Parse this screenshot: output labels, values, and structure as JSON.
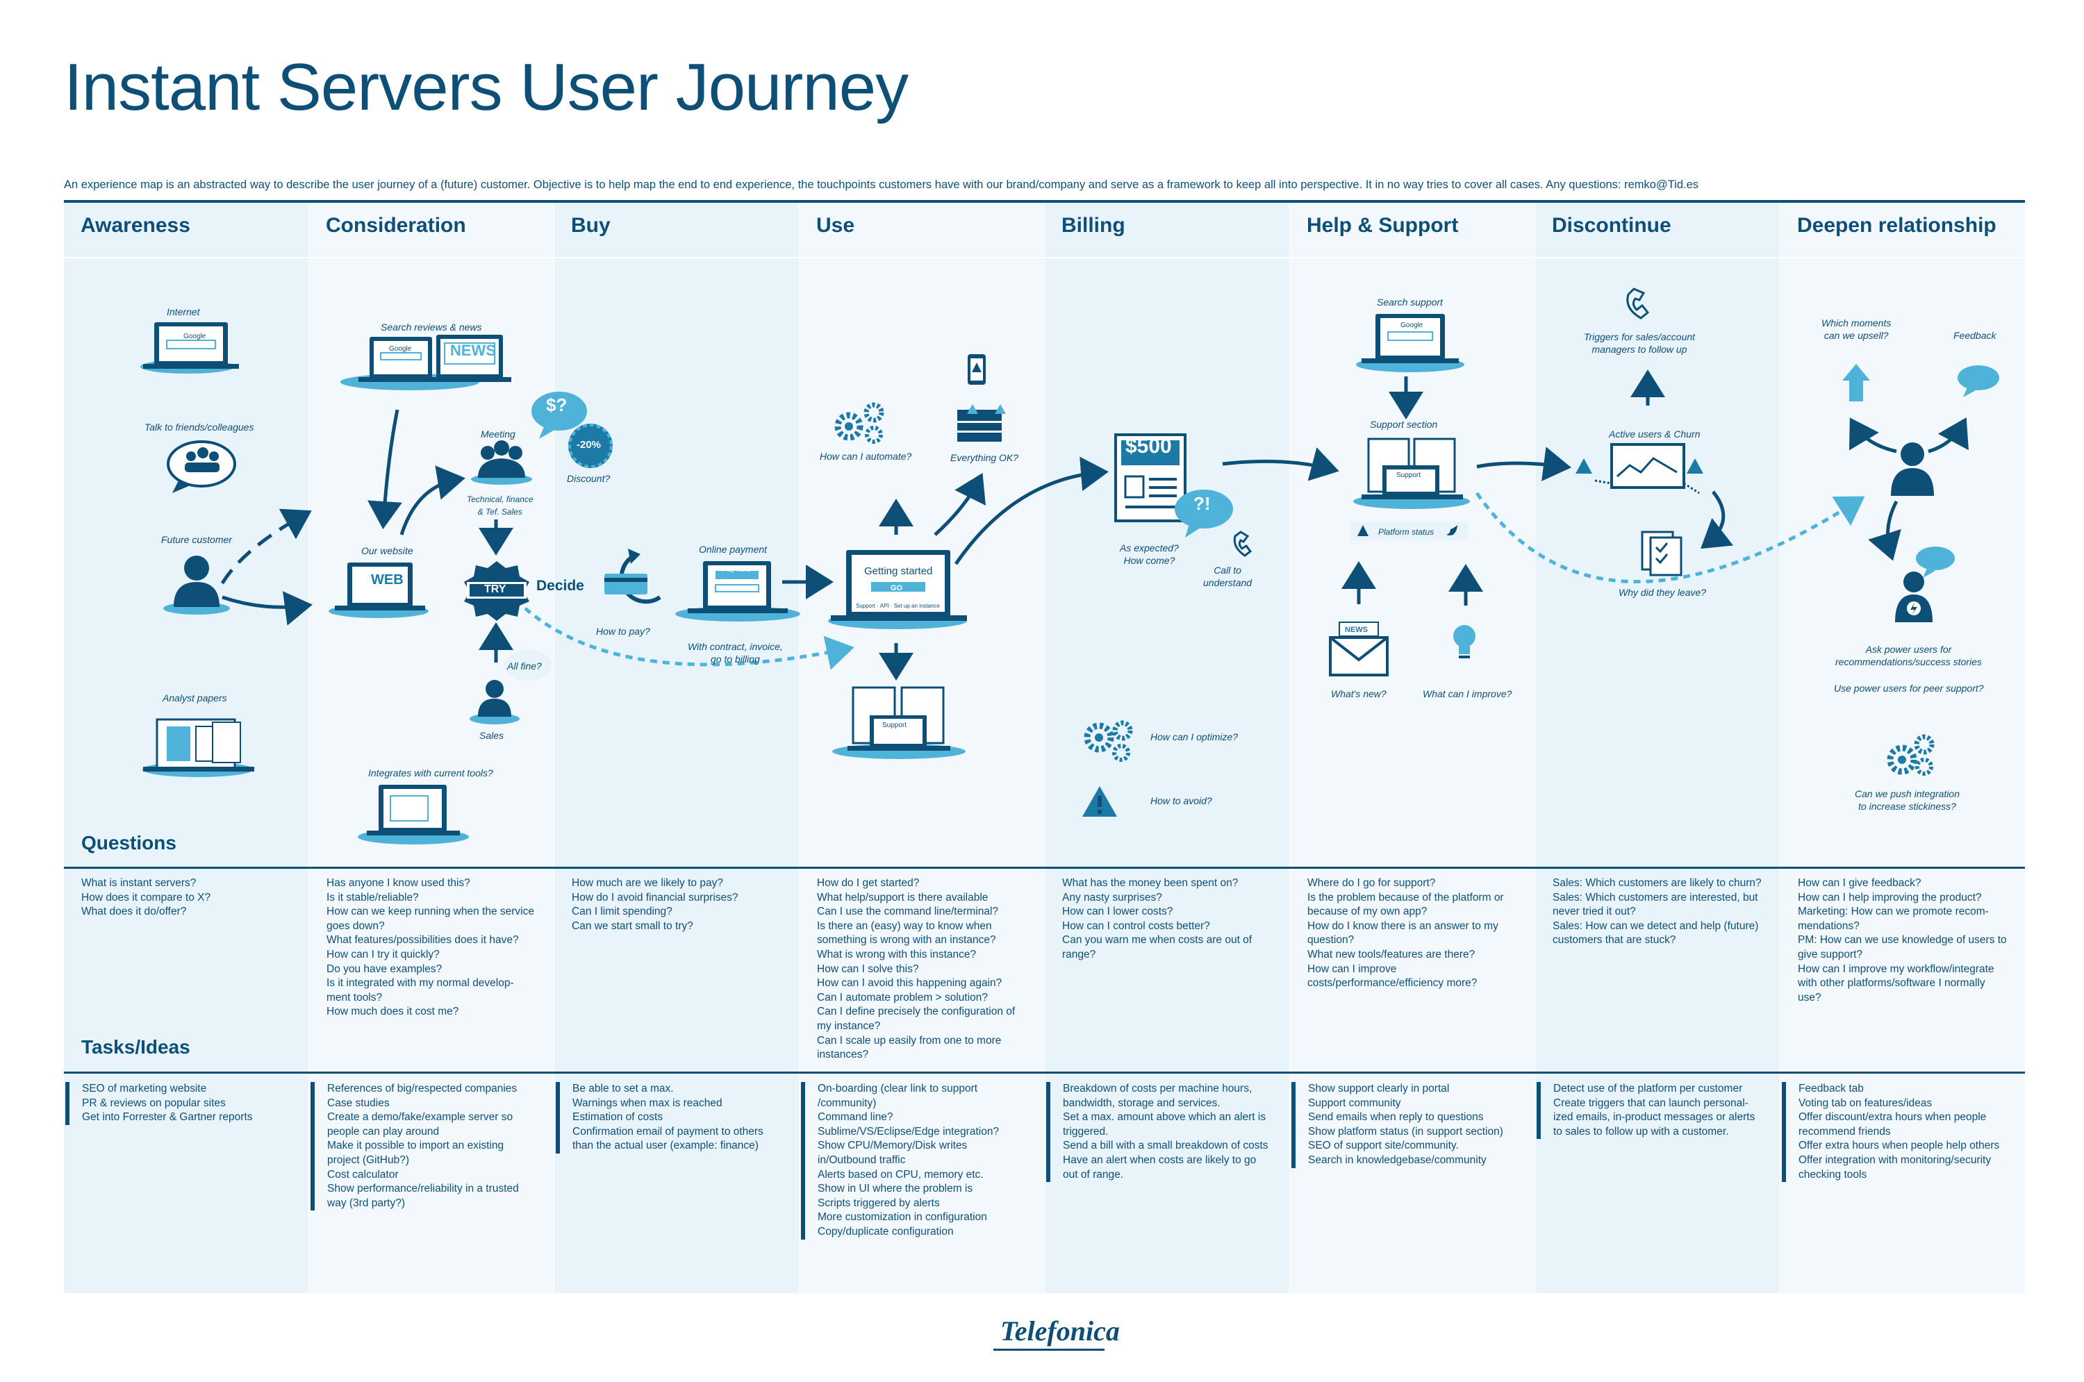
{
  "title": "Instant Servers User Journey",
  "intro": "An experience map is an abstracted way to describe the user journey of a (future) customer. Objective is to help map the end to end experience, the touchpoints customers have with our brand/company and serve as a framework to keep all into perspective. It in no way tries to cover all cases. Any questions: remko@Tid.es",
  "columns": [
    {
      "name": "Awareness"
    },
    {
      "name": "Consideration"
    },
    {
      "name": "Buy"
    },
    {
      "name": "Use"
    },
    {
      "name": "Billing"
    },
    {
      "name": "Help & Support"
    },
    {
      "name": "Discontinue"
    },
    {
      "name": "Deepen relationship"
    }
  ],
  "sections": {
    "questions": "Questions",
    "tasks": "Tasks/Ideas"
  },
  "diagram_labels": {
    "internet": "Internet",
    "google": "Google",
    "talk_friends": "Talk to friends/colleagues",
    "future_customer": "Future customer",
    "analyst_papers": "Analyst papers",
    "search_reviews": "Search reviews & news",
    "news": "NEWS",
    "meeting": "Meeting",
    "technical_finance": "Technical, finance\n& Tef. Sales",
    "our_website": "Our website",
    "web": "WEB",
    "try": "TRY",
    "decide": "Decide",
    "all_fine": "All fine?",
    "sales": "Sales",
    "integrates": "Integrates with current tools?",
    "dollar_q": "$?",
    "discount_badge": "-20%",
    "discount": "Discount?",
    "how_to_pay": "How to pay?",
    "online_payment": "Online payment",
    "pay_here": "Pay here",
    "with_contract": "With contract, invoice,\ngo to billing",
    "how_automate": "How can I automate?",
    "everything_ok": "Everything OK?",
    "getting_started": "Getting started",
    "go": "GO",
    "support_api": "Support · API · Set up an instance",
    "support": "Support",
    "price": "$500",
    "exclaim": "?!",
    "as_expected": "As expected?\nHow come?",
    "call_understand": "Call to\nunderstand",
    "how_optimize": "How can I optimize?",
    "how_avoid": "How to avoid?",
    "search_support": "Search support",
    "support_section": "Support section",
    "platform_status": "Platform status",
    "whats_new": "What's new?",
    "what_improve": "What can I improve?",
    "triggers_sales": "Triggers for sales/account\nmanagers to follow up",
    "active_users": "Active users & Churn",
    "why_leave": "Why did they leave?",
    "which_moments": "Which moments\ncan we upsell?",
    "feedback": "Feedback",
    "ask_power": "Ask power users for\nrecommendations/success stories",
    "use_power": "Use power users for peer support?",
    "push_integration": "Can we push integration\nto increase stickiness?"
  },
  "questions": [
    [
      "What is instant servers?",
      "How does it compare to X?",
      "What does it do/offer?"
    ],
    [
      "Has anyone I know used this?",
      "Is it stable/reliable?",
      "How can we keep running when the service",
      "goes down?",
      "What features/possibilities does it have?",
      "How can I try it quickly?",
      "Do you have examples?",
      "Is it integrated with my normal develop-",
      "ment tools?",
      "How much does it cost me?"
    ],
    [
      "How much are we likely to pay?",
      "How do I avoid financial surprises?",
      "Can I limit spending?",
      "Can we start small to try?"
    ],
    [
      "How do I get started?",
      "What help/support is there available",
      "Can I use the command line/terminal?",
      "Is there an (easy) way to know when",
      "something is wrong with an instance?",
      "What is wrong with this instance?",
      "How can I solve this?",
      "How can I avoid this happening again?",
      "Can I automate problem > solution?",
      "Can I define precisely the configuration of",
      "my instance?",
      "Can I scale up easily from one to more",
      "instances?"
    ],
    [
      "What has the money been spent on?",
      "Any nasty surprises?",
      "How can I lower costs?",
      "How can I control costs better?",
      "Can you warn me when costs are out of",
      "range?"
    ],
    [
      "Where do I go for support?",
      "Is the problem because of the platform or",
      "because of my own app?",
      "How do I know there is an answer to my",
      "question?",
      "What new tools/features are there?",
      "How can I improve",
      "costs/performance/efficiency more?"
    ],
    [
      "Sales: Which customers are likely to churn?",
      "Sales: Which customers are interested, but",
      "never tried it out?",
      "Sales: How can we detect and help (future)",
      "customers that are stuck?"
    ],
    [
      "How can I give feedback?",
      "How can I help improving the product?",
      "Marketing: How can we promote recom-",
      "mendations?",
      "PM: How can we use knowledge of users to",
      "give support?",
      "How can I improve my workflow/integrate",
      "with other platforms/software I normally",
      "use?"
    ]
  ],
  "tasks": [
    [
      "SEO of marketing website",
      "PR & reviews on popular sites",
      "Get into Forrester & Gartner reports"
    ],
    [
      "References of big/respected companies",
      "Case studies",
      "Create a demo/fake/example server so",
      "people can play around",
      "Make it possible to import an existing",
      "project (GitHub?)",
      "Cost calculator",
      "Show performance/reliability in a trusted",
      "way (3rd party?)"
    ],
    [
      "Be able to set a max.",
      "Warnings when max is reached",
      "Estimation of costs",
      "Confirmation email of payment to others",
      "than the actual user (example: finance)"
    ],
    [
      "On-boarding (clear link to support",
      "/community)",
      "Command line?",
      "Sublime/VS/Eclipse/Edge integration?",
      "Show CPU/Memory/Disk writes",
      "in/Outbound traffic",
      "Alerts based on CPU, memory etc.",
      "Show in UI where the problem is",
      "Scripts triggered by alerts",
      "More customization in configuration",
      "Copy/duplicate configuration"
    ],
    [
      "Breakdown of costs per machine hours,",
      "bandwidth, storage and services.",
      "Set a max. amount above which an alert is",
      "triggered.",
      "Send a bill with a small breakdown of costs",
      "Have an alert when costs are likely to go",
      "out of range."
    ],
    [
      "Show support clearly in portal",
      "Support community",
      "Send emails when reply to questions",
      "Show platform status (in support section)",
      "SEO of support site/community.",
      "Search in knowledgebase/community"
    ],
    [
      "Detect use of the platform per customer",
      "Create triggers that can launch personal-",
      "ized emails, in-product messages or alerts",
      "to sales to follow up with a customer."
    ],
    [
      "Feedback tab",
      "Voting tab on features/ideas",
      "Offer discount/extra hours when people",
      "recommend friends",
      "Offer extra hours when people help others",
      "Offer integration with monitoring/security",
      "checking tools"
    ]
  ],
  "footer": {
    "logo": "Telefonica"
  },
  "colors": {
    "navy": "#0e4f78",
    "mid": "#1d7aa6",
    "light": "#4fb3d9",
    "pale": "#e8f3fa"
  }
}
